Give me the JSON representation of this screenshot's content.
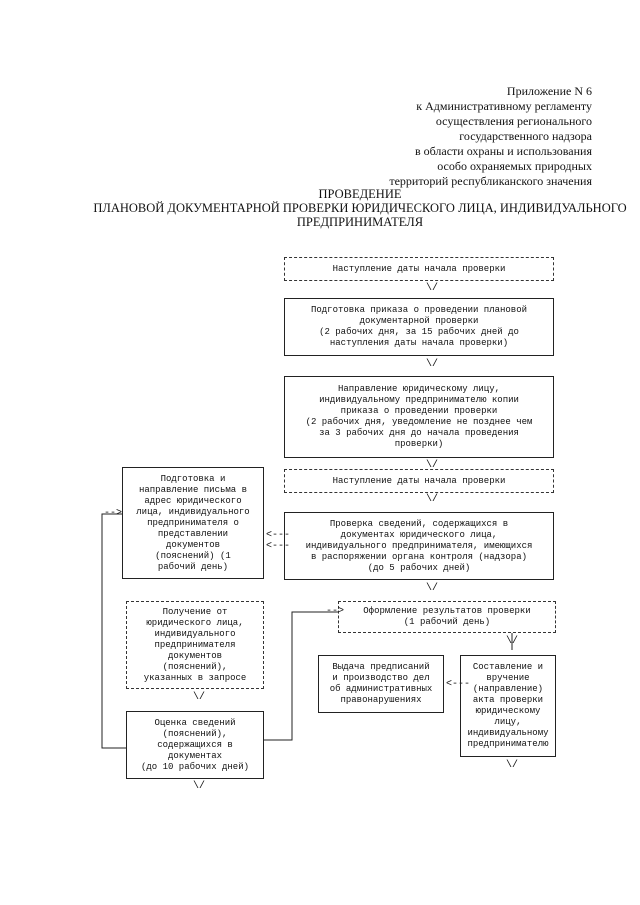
{
  "appendix": {
    "lines": [
      "Приложение N 6",
      "к Административному регламенту",
      "осуществления регионального",
      "государственного надзора",
      "в области охраны и использования",
      "особо охраняемых природных",
      "территорий республиканского значения"
    ]
  },
  "title": {
    "lines": [
      "ПРОВЕДЕНИЕ",
      "ПЛАНОВОЙ ДОКУМЕНТАРНОЙ ПРОВЕРКИ ЮРИДИЧЕСКОГО ЛИЦА, ИНДИВИДУАЛЬНОГО",
      "ПРЕДПРИНИМАТЕЛЯ"
    ]
  },
  "flow": {
    "start_date_1": "Наступление даты начала проверки",
    "order_prep": "Подготовка приказа о проведении плановой\nдокументарной проверки\n(2 рабочих дня, за 15 рабочих дней до\nнаступления даты начала проверки)",
    "send_order": "Направление юридическому лицу,\nиндивидуальному предпринимателю копии\nприказа о проведении проверки\n(2 рабочих дня, уведомление не позднее чем\nза 3 рабочих дня до начала проведения\nпроверки)",
    "start_date_2": "Наступление даты начала проверки",
    "letter_prep": "Подготовка и\nнаправление письма в\nадрес юридического\nлица, индивидуального\nпредпринимателя о\nпредставлении\nдокументов\n(пояснений) (1\nрабочий день)",
    "check_info": "Проверка сведений, содержащихся в\nдокументах юридического лица,\nиндивидуального предпринимателя, имеющихся\nв распоряжении органа контроля (надзора)\n(до 5 рабочих дней)",
    "receive_docs": "Получение от\nюридического лица,\nиндивидуального\nпредпринимателя\nдокументов\n(пояснений),\nуказанных в запросе",
    "results": "Оформление результатов проверки\n(1 рабочий день)",
    "orders_issue": "Выдача предписаний\nи производство дел\nоб административных\nправонарушениях",
    "act": "Составление и\nвручение\n(направление)\nакта проверки\nюридическому\nлицу,\nиндивидуальному\nпредпринимателю",
    "assess": "Оценка сведений\n(пояснений),\nсодержащихся в\nдокументах\n(до 10 рабочих дней)"
  },
  "arrows": {
    "down": "\\/",
    "left": "<---",
    "right": "-->"
  }
}
